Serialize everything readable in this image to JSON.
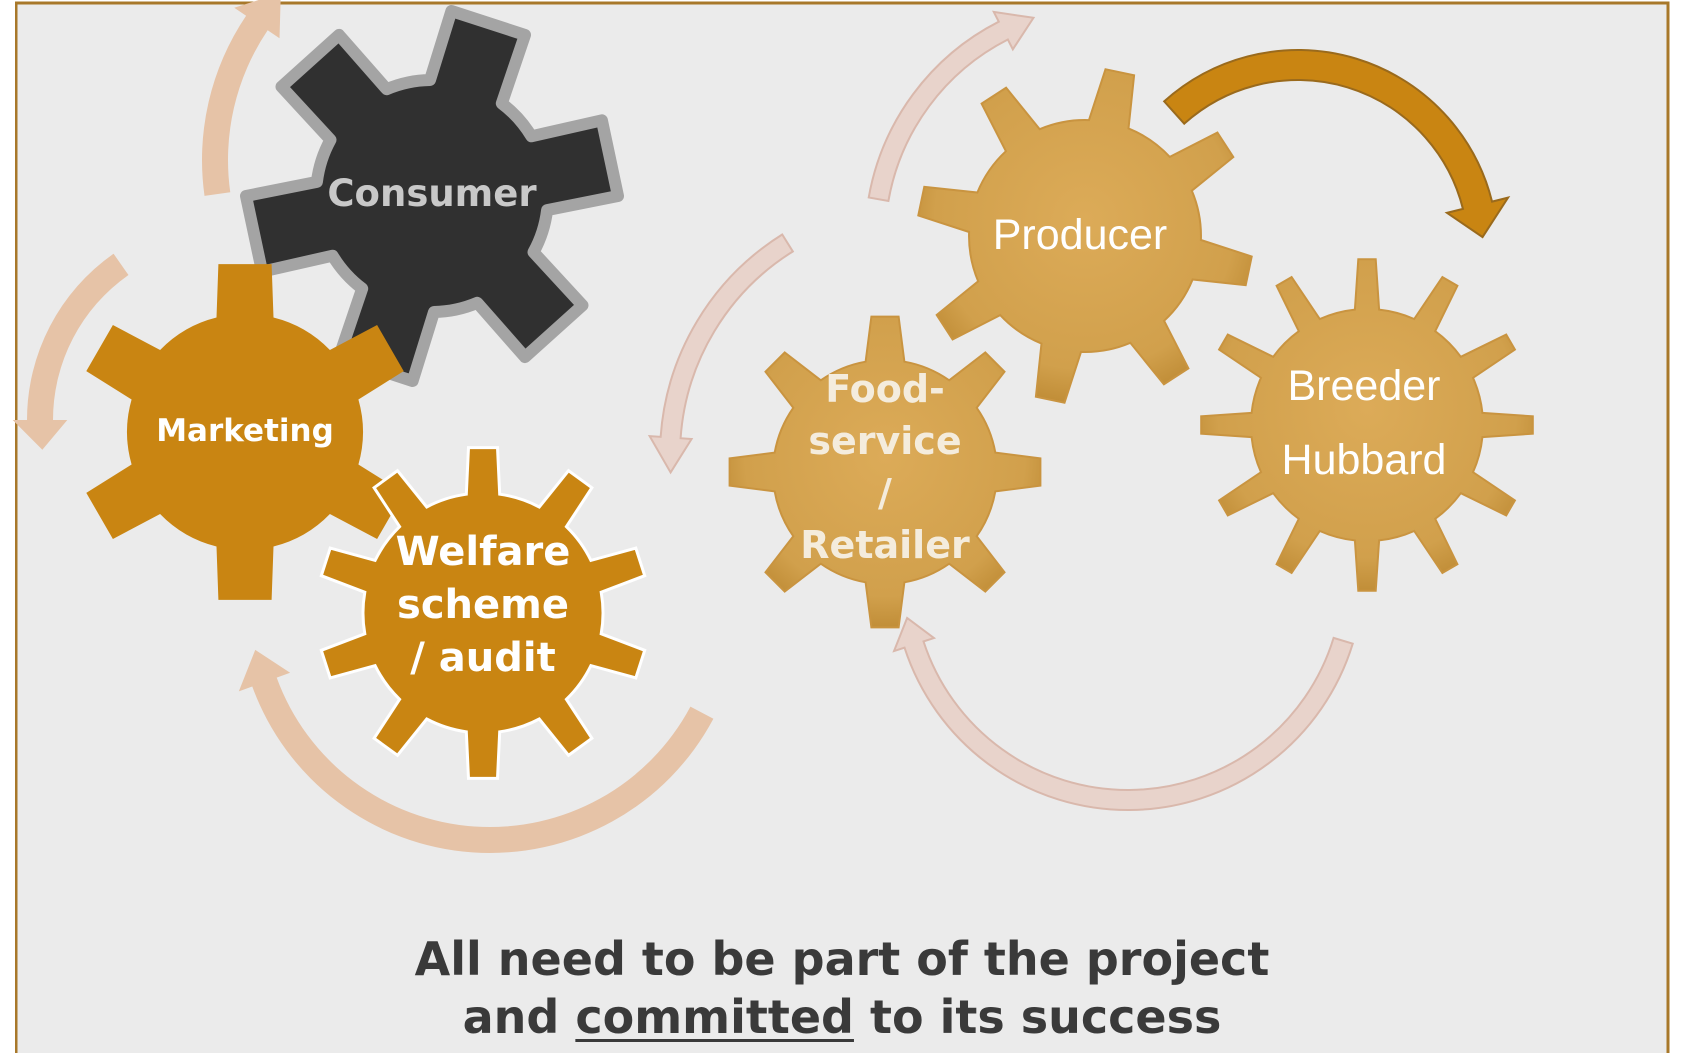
{
  "colors": {
    "background": "#ebebeb",
    "frame": "#a8782a",
    "gold": "#c98512",
    "gold_light": "#d6a44e",
    "dark": "#303030",
    "dark_outline": "#a4a4a4",
    "arrow_peach": "#e6c3a7",
    "arrow_pink": "#e8d3cb",
    "arrow_accent": "#c98512",
    "caption_text": "#3a3a3a"
  },
  "gears": {
    "consumer": {
      "label": "Consumer",
      "icon": "gear-icon"
    },
    "marketing": {
      "label": "Marketing",
      "icon": "gear-icon"
    },
    "welfare": {
      "line1": "Welfare",
      "line2": "scheme",
      "line3": "/ audit",
      "icon": "gear-icon"
    },
    "foodservice": {
      "line1": "Food-",
      "line2": "service",
      "line3": "/",
      "line4": "Retailer",
      "icon": "gear-icon"
    },
    "producer": {
      "label": "Producer",
      "icon": "gear-icon"
    },
    "breeder": {
      "line1": "Breeder",
      "line2": "Hubbard",
      "icon": "gear-icon"
    }
  },
  "caption": {
    "line1": "All need to be part of the project",
    "line2_before": "and ",
    "line2_underlined": "committed",
    "line2_after": " to its success"
  }
}
